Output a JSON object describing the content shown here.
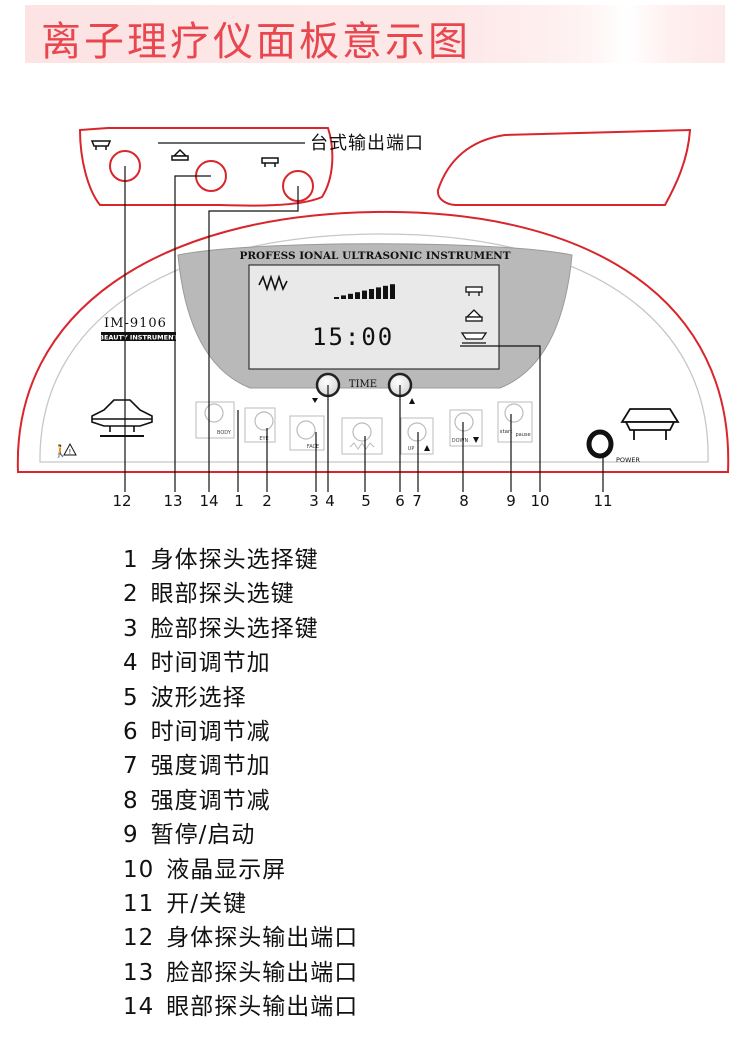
{
  "title": "离子理疗仪面板意示图",
  "port_label": "台式输出端口",
  "panel": {
    "header": "PROFESS IONAL ULTRASONIC INSTRUMENT",
    "model": "IM-9106",
    "badge": "BEAUTY INSTRUMENT",
    "time_label": "TIME",
    "lcd_time": "15:00",
    "power_label": "POWER",
    "btn_body": "BODY",
    "btn_eye": "EYE",
    "btn_face": "FACE",
    "btn_up": "UP",
    "btn_down": "DOWN",
    "btn_start": "start",
    "btn_pause": "pause",
    "intensity_level": 9
  },
  "callout_numbers": [
    "12",
    "13",
    "14",
    "1",
    "2",
    "3",
    "4",
    "5",
    "6",
    "7",
    "8",
    "9",
    "10",
    "11"
  ],
  "legend": [
    {
      "num": "1",
      "text": "身体探头选择键"
    },
    {
      "num": "2",
      "text": "眼部探头选键"
    },
    {
      "num": "3",
      "text": "脸部探头选择键"
    },
    {
      "num": "4",
      "text": "时间调节加"
    },
    {
      "num": "5",
      "text": "波形选择"
    },
    {
      "num": "6",
      "text": "时间调节减"
    },
    {
      "num": "7",
      "text": "强度调节加"
    },
    {
      "num": "8",
      "text": "强度调节减"
    },
    {
      "num": "9",
      "text": "暂停/启动"
    },
    {
      "num": "10",
      "text": "液晶显示屏"
    },
    {
      "num": "11",
      "text": "开/关键"
    },
    {
      "num": "12",
      "text": "身体探头输出端口"
    },
    {
      "num": "13",
      "text": "脸部探头输出端口"
    },
    {
      "num": "14",
      "text": "眼部探头输出端口"
    }
  ],
  "colors": {
    "title": "#e8474f",
    "outline": "#d8262c",
    "screen_frame": "#b9b9b9",
    "lcd": "#e9e9e9"
  }
}
